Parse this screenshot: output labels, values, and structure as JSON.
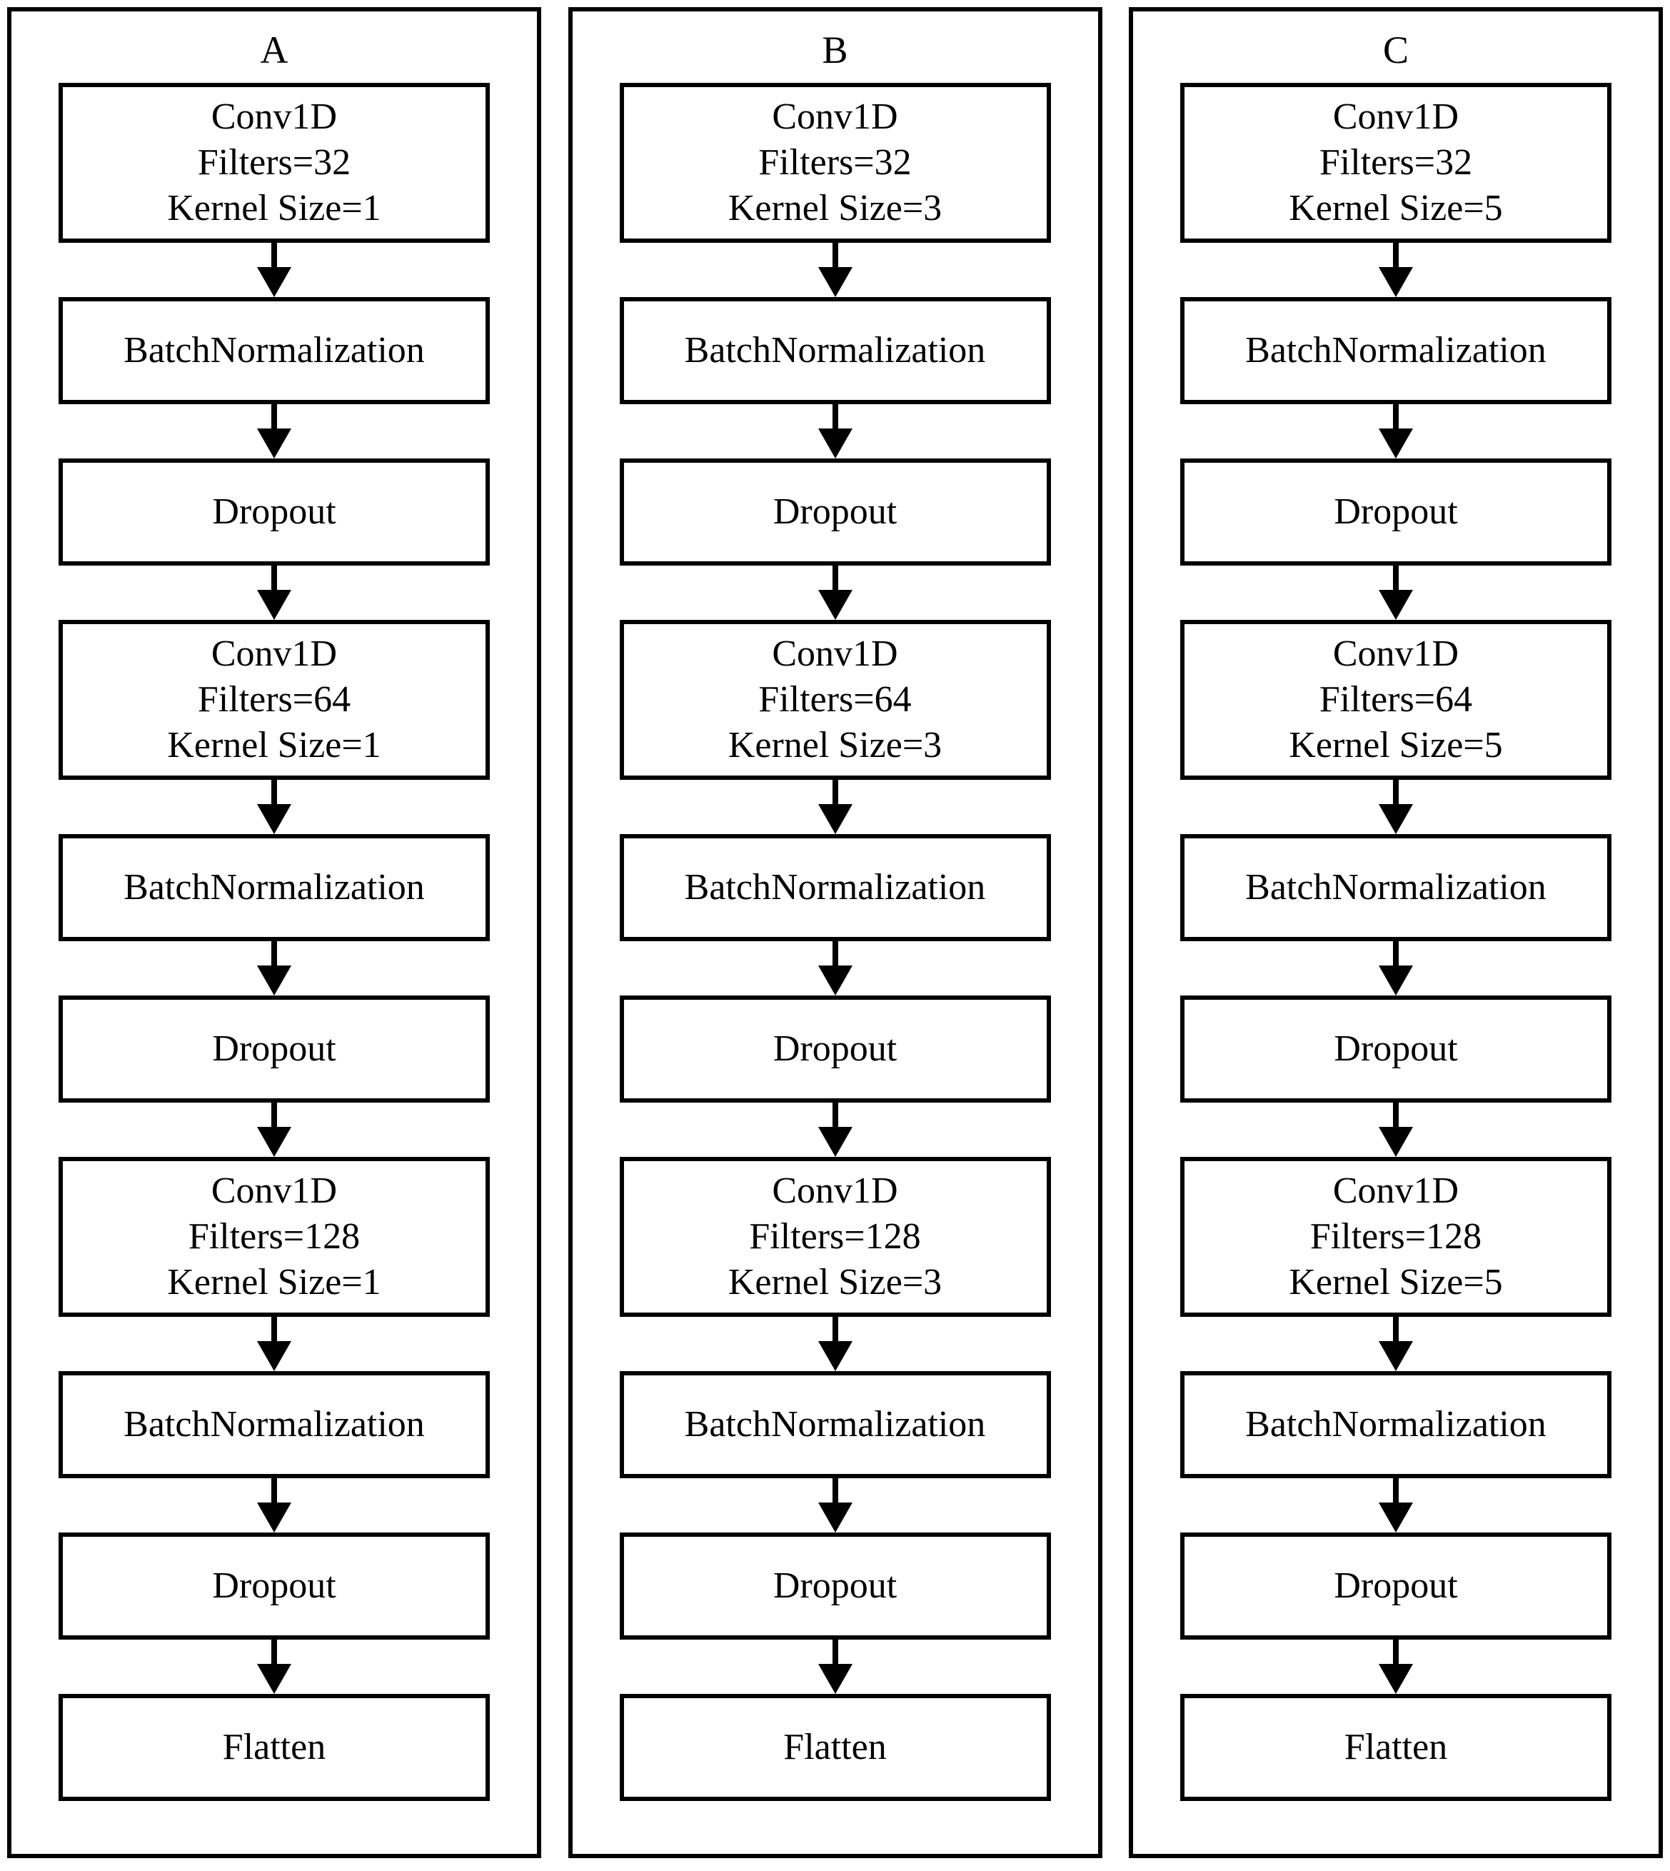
{
  "figure": {
    "type": "flowchart",
    "panel_count": 3,
    "background_color": "#ffffff",
    "line_color": "#000000",
    "arrow_glyph": "down-arrow"
  },
  "panels": [
    {
      "title": "A",
      "nodes": [
        {
          "kind": "conv",
          "lines": [
            "Conv1D",
            "Filters=32",
            "Kernel Size=1"
          ]
        },
        {
          "kind": "single",
          "lines": [
            "BatchNormalization"
          ]
        },
        {
          "kind": "single",
          "lines": [
            "Dropout"
          ]
        },
        {
          "kind": "conv",
          "lines": [
            "Conv1D",
            "Filters=64",
            "Kernel Size=1"
          ]
        },
        {
          "kind": "single",
          "lines": [
            "BatchNormalization"
          ]
        },
        {
          "kind": "single",
          "lines": [
            "Dropout"
          ]
        },
        {
          "kind": "conv",
          "lines": [
            "Conv1D",
            "Filters=128",
            "Kernel Size=1"
          ]
        },
        {
          "kind": "single",
          "lines": [
            "BatchNormalization"
          ]
        },
        {
          "kind": "single",
          "lines": [
            "Dropout"
          ]
        },
        {
          "kind": "single",
          "lines": [
            "Flatten"
          ]
        }
      ]
    },
    {
      "title": "B",
      "nodes": [
        {
          "kind": "conv",
          "lines": [
            "Conv1D",
            "Filters=32",
            "Kernel Size=3"
          ]
        },
        {
          "kind": "single",
          "lines": [
            "BatchNormalization"
          ]
        },
        {
          "kind": "single",
          "lines": [
            "Dropout"
          ]
        },
        {
          "kind": "conv",
          "lines": [
            "Conv1D",
            "Filters=64",
            "Kernel Size=3"
          ]
        },
        {
          "kind": "single",
          "lines": [
            "BatchNormalization"
          ]
        },
        {
          "kind": "single",
          "lines": [
            "Dropout"
          ]
        },
        {
          "kind": "conv",
          "lines": [
            "Conv1D",
            "Filters=128",
            "Kernel Size=3"
          ]
        },
        {
          "kind": "single",
          "lines": [
            "BatchNormalization"
          ]
        },
        {
          "kind": "single",
          "lines": [
            "Dropout"
          ]
        },
        {
          "kind": "single",
          "lines": [
            "Flatten"
          ]
        }
      ]
    },
    {
      "title": "C",
      "nodes": [
        {
          "kind": "conv",
          "lines": [
            "Conv1D",
            "Filters=32",
            "Kernel Size=5"
          ]
        },
        {
          "kind": "single",
          "lines": [
            "BatchNormalization"
          ]
        },
        {
          "kind": "single",
          "lines": [
            "Dropout"
          ]
        },
        {
          "kind": "conv",
          "lines": [
            "Conv1D",
            "Filters=64",
            "Kernel Size=5"
          ]
        },
        {
          "kind": "single",
          "lines": [
            "BatchNormalization"
          ]
        },
        {
          "kind": "single",
          "lines": [
            "Dropout"
          ]
        },
        {
          "kind": "conv",
          "lines": [
            "Conv1D",
            "Filters=128",
            "Kernel Size=5"
          ]
        },
        {
          "kind": "single",
          "lines": [
            "BatchNormalization"
          ]
        },
        {
          "kind": "single",
          "lines": [
            "Dropout"
          ]
        },
        {
          "kind": "single",
          "lines": [
            "Flatten"
          ]
        }
      ]
    }
  ]
}
